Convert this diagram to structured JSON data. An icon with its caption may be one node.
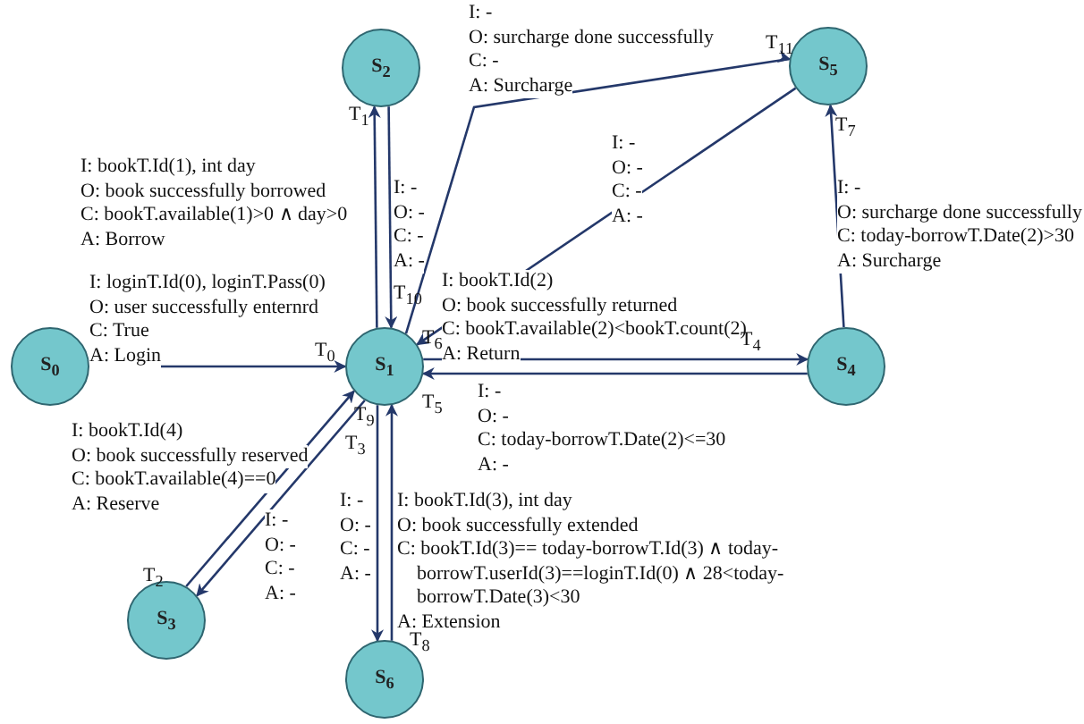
{
  "diagram": {
    "nodes": [
      {
        "text": [
          "S$_{0}$"
        ]
      },
      {
        "text": [
          "S$_{1}$"
        ]
      },
      {
        "text": [
          "S$_{2}$"
        ]
      },
      {
        "text": [
          "S$_{3}$"
        ]
      },
      {
        "text": [
          "S$_{4}$"
        ]
      },
      {
        "text": [
          "S$_{5}$"
        ]
      },
      {
        "text": [
          "S$_{6}$"
        ]
      }
    ],
    "edges": [
      {
        "from": 0,
        "to": 1,
        "arrow": "to"
      },
      {
        "from": 1,
        "to": 2,
        "arrow": "to"
      },
      {
        "from": 2,
        "to": 1,
        "arrow": "to"
      },
      {
        "from": 1,
        "to": 5,
        "arrow": "to"
      },
      {
        "from": 5,
        "to": 1,
        "arrow": "to"
      },
      {
        "from": 1,
        "to": 4,
        "arrow": "to"
      },
      {
        "from": 4,
        "to": 1,
        "arrow": "to"
      },
      {
        "from": 4,
        "to": 5,
        "arrow": "to"
      },
      {
        "from": 1,
        "to": 3,
        "arrow": "to"
      },
      {
        "from": 3,
        "to": 1,
        "arrow": "to"
      },
      {
        "from": 1,
        "to": 6,
        "arrow": "to"
      },
      {
        "from": 6,
        "to": 1,
        "arrow": "to"
      }
    ],
    "labels": [
      "I: -",
      "O: surcharge done successfully",
      "C: -",
      "A: Surcharge",
      "T$_{11}$",
      "T$_{1}$",
      "T$_{7}$",
      "I: -",
      "O: -",
      "C: -",
      "A: -",
      "I: bookT.Id(1), int day",
      "O: book successfully borrowed",
      "C: bookT.available(1)>0 ∧ day>0",
      "A: Borrow",
      "I: -",
      "O: -",
      "C: -",
      "A: -",
      "I: -",
      "O: surcharge done successfully",
      "C: today-borrowT.Date(2)>30",
      "A: Surcharge",
      "I: loginT.Id(0), loginT.Pass(0)",
      "O: user successfully enternrd",
      "C: True",
      "A: Login",
      "I: bookT.Id(2)",
      "O: book successfully returned",
      "C: bookT.available(2)<bookT.count(2)",
      "A: Return",
      "T$_{10}$",
      "T$_{6}$",
      "T$_{0}$",
      "T$_{4}$",
      "T$_{5}$",
      "I: -",
      "O: -",
      "C: today-borrowT.Date(2)<=30",
      "A: -",
      "I: bookT.Id(4)",
      "O: book successfully reserved",
      "C: bookT.available(4)==0",
      "A: Reserve",
      "T$_{3}$",
      "T$_{9}$",
      "I: -",
      "O: -",
      "C: -",
      "A: -",
      "I: bookT.Id(3), int day",
      "O: book successfully extended",
      "C: bookT.Id(3)== today-borrowT.Id(3) ∧ today-borrowT.userId(3)==loginT.Id(0) ∧ 28<today-borrowT.Date(3)<30",
      "A: Extension",
      "I: -",
      "O: -",
      "C: -",
      "A: -",
      "T$_{2}$",
      "T$_{8}$"
    ]
  }
}
